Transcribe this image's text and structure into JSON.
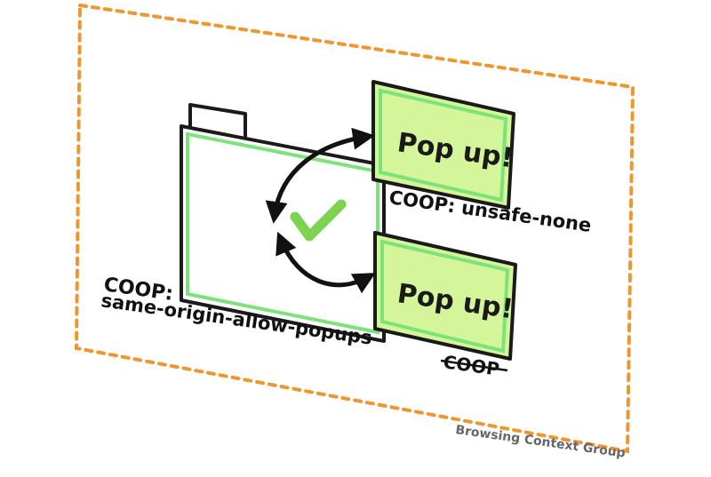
{
  "diagram": {
    "main_window": {
      "label_line1": "COOP:",
      "label_line2": "same-origin-allow-popups"
    },
    "popups": [
      {
        "text": "Pop up!",
        "label": "COOP: unsafe-none"
      },
      {
        "text": "Pop up!",
        "label": "COOP"
      }
    ],
    "group_label": "Browsing Context Group",
    "status": "check-icon",
    "colors": {
      "group_border": "#f0962e",
      "window_frame": "#1a1a1a",
      "window_inner": "#7ee27a",
      "popup_fill": "#d4f59a",
      "check": "#7dd34f"
    }
  }
}
